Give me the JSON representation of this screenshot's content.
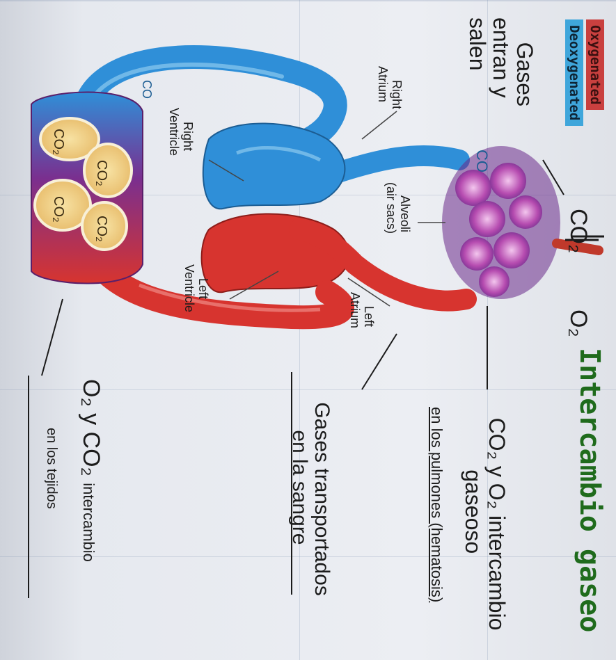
{
  "title": "Intercambio gaseo",
  "legend": {
    "oxygenated": "Oxygenated",
    "deoxygenated": "Deoxygenated"
  },
  "notes": {
    "gases_entran": "Gases\nentran y\nsalen",
    "lungs_heading": "CO₂ y O₂ intercambio\ngaseoso",
    "lungs_sub": "en los pulmones (hematosis)",
    "blood": "Gases transportados\nen la sangre",
    "tissue_heading": "O₂ y CO₂",
    "tissue_word": "intercambio",
    "tissue_sub": "en los tejidos"
  },
  "labels": {
    "co2_top": "CO₂",
    "o2_top": "O₂",
    "alveoli": "Alveoli\n(air sacs)",
    "right_atrium": "Right\nAtrium",
    "right_ventricle": "Right\nVentricle",
    "left_ventricle": "Left\nVentricle",
    "left_atrium": "Left\nAtrium",
    "co_tag": "CO",
    "co_small": "CO",
    "cells": [
      "CO₂",
      "CO₂",
      "CO₂",
      "CO₂"
    ]
  },
  "colors": {
    "oxygenated": "#d7342f",
    "deoxygenated": "#2f8fd8",
    "tissue": "#7a2f8f",
    "title": "#1f6b1c"
  }
}
